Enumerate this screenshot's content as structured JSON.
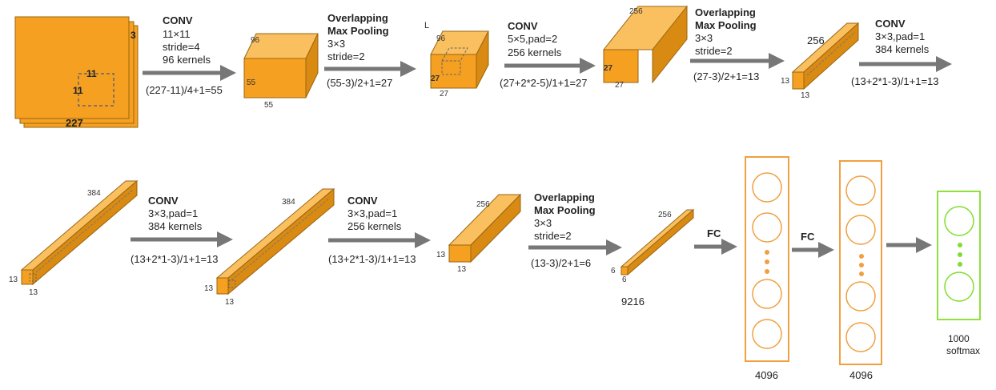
{
  "colors": {
    "front": "#F5A020",
    "top": "#FAC060",
    "side": "#D98A12",
    "stroke": "#9A6612",
    "arrow": "#777777",
    "fc_border": "#F0A040",
    "softmax_border": "#90E040",
    "softmax_dot": "#80DD30",
    "fc_dot": "#F0A040"
  },
  "input": {
    "size": "227",
    "kernel_w": "11",
    "kernel_h": "11",
    "channels": "3"
  },
  "stage1": {
    "op": "CONV",
    "lines": [
      "11×11",
      "stride=4",
      "96 kernels"
    ],
    "formula": "(227-11)/4+1=55"
  },
  "block1": {
    "depth": "96",
    "h": "55",
    "w": "55"
  },
  "stage2": {
    "op1": "Overlapping",
    "op2": "Max Pooling",
    "lines": [
      "3×3",
      "stride=2"
    ],
    "formula": "(55-3)/2+1=27"
  },
  "block2": {
    "depth": "96",
    "h": "27",
    "w": "27",
    "corner": "L"
  },
  "stage3": {
    "op": "CONV",
    "lines": [
      "5×5,pad=2",
      "256 kernels"
    ],
    "formula": "(27+2*2-5)/1+1=27"
  },
  "block3": {
    "depth": "256",
    "h": "27",
    "w": "27"
  },
  "stage4": {
    "op1": "Overlapping",
    "op2": "Max Pooling",
    "lines": [
      "3×3",
      "stride=2"
    ],
    "formula": "(27-3)/2+1=13"
  },
  "block4": {
    "depth": "256",
    "h": "13",
    "w": "13"
  },
  "stage5": {
    "op": "CONV",
    "lines": [
      "3×3,pad=1",
      "384 kernels"
    ],
    "formula": "(13+2*1-3)/1+1=13"
  },
  "block5": {
    "depth": "384",
    "h": "13",
    "w": "13"
  },
  "stage6": {
    "op": "CONV",
    "lines": [
      "3×3,pad=1",
      "384 kernels"
    ],
    "formula": "(13+2*1-3)/1+1=13"
  },
  "block6": {
    "depth": "384",
    "h": "13",
    "w": "13"
  },
  "stage7": {
    "op": "CONV",
    "lines": [
      "3×3,pad=1",
      "256 kernels"
    ],
    "formula": "(13+2*1-3)/1+1=13"
  },
  "block7": {
    "depth": "256",
    "h": "13",
    "w": "13"
  },
  "stage8": {
    "op1": "Overlapping",
    "op2": "Max Pooling",
    "lines": [
      "3×3",
      "stride=2"
    ],
    "formula": "(13-3)/2+1=6"
  },
  "block8": {
    "depth": "256",
    "h": "6",
    "w": "6",
    "flat": "9216"
  },
  "fc1": {
    "op": "FC",
    "units": "4096"
  },
  "fc2": {
    "op": "FC",
    "units": "4096"
  },
  "output": {
    "units": "1000",
    "activation": "softmax"
  }
}
